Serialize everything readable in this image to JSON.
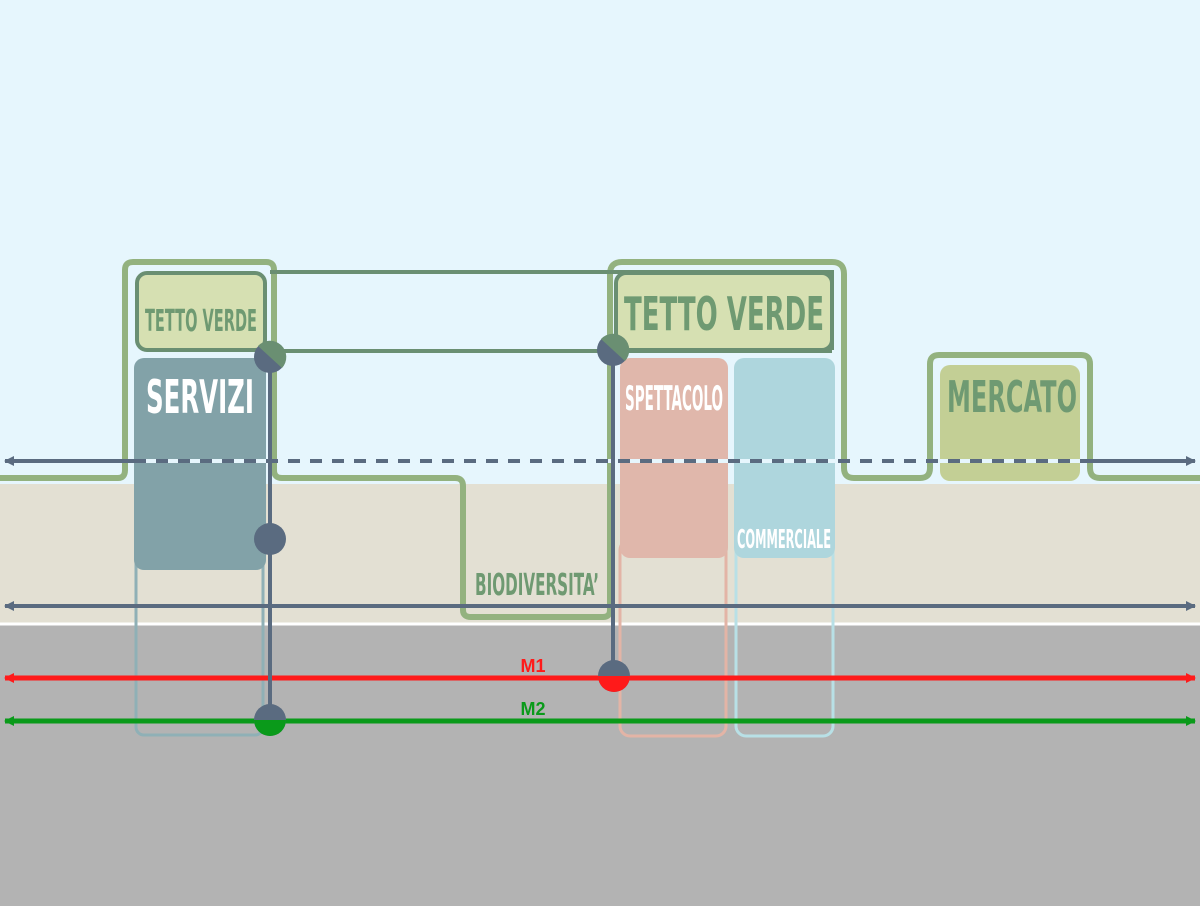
{
  "labels": {
    "tetto_verde_left": "TETTO VERDE",
    "tetto_verde_right": "TETTO VERDE",
    "servizi": "SERVIZI",
    "spettacolo": "SPETTACOLO",
    "commerciale": "COMMERCIALE",
    "mercato": "MERCATO",
    "biodiversita": "BIODIVERSITA’",
    "line_m1": "M1",
    "line_m2": "M2"
  },
  "colors": {
    "sky": "#e6f6fd",
    "ground": "#e3e0d3",
    "underground": "#b3b3b3",
    "green_outline": "#93b27f",
    "roof_fill": "#d6e0b2",
    "roof_text": "#6f9a72",
    "connector_green": "#6a8f72",
    "slate": "#5a6b80",
    "servizi": "#82a2a8",
    "spettacolo": "#e0b7ab",
    "commerciale": "#aed6dd",
    "mercato": "#c3cf95",
    "m1": "#ff1a1a",
    "m2": "#0a9a1a"
  }
}
